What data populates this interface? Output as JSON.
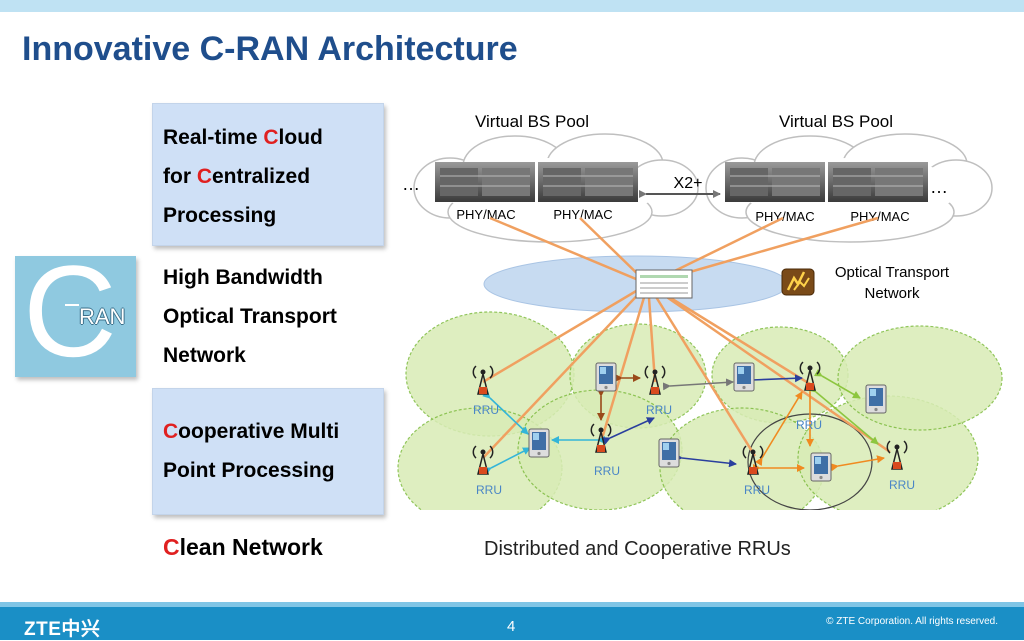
{
  "slide": {
    "title": "Innovative C-RAN Architecture",
    "logo": {
      "letter": "C",
      "suffix": "RAN"
    },
    "callout_1": {
      "a": "Real-time ",
      "b": "C",
      "c": "loud",
      "d": "for ",
      "e": "C",
      "f": "entralized",
      "g": "Processing"
    },
    "bandwidth": {
      "line1": "High Bandwidth",
      "line2": "Optical Transport",
      "line3": "Network"
    },
    "callout_3": {
      "a": "C",
      "b": "ooperative Multi",
      "c": "Point Processing"
    },
    "clean": {
      "a": "C",
      "b": "lean Network"
    }
  },
  "diagram": {
    "pool_left_label": "Virtual BS Pool",
    "pool_right_label": "Virtual BS Pool",
    "phy_mac": "PHY/MAC",
    "ellipsis": "…",
    "x2_label": "X2+",
    "otn_label_1": "Optical Transport",
    "otn_label_2": "Network",
    "rru_label": "RRU",
    "caption": "Distributed and Cooperative RRUs"
  },
  "footer": {
    "logo": "ZTE中兴",
    "page_number": "4",
    "copyright": "© ZTE Corporation. All rights reserved."
  },
  "colors": {
    "title": "#1f4e8c",
    "accent_red": "#e02020",
    "callout_bg": "#cfe0f6",
    "cran_logo": "#8fc9e0",
    "footer": "#1a8fc6",
    "fiber": "#f0a060",
    "cell": "#d9ecb6"
  }
}
